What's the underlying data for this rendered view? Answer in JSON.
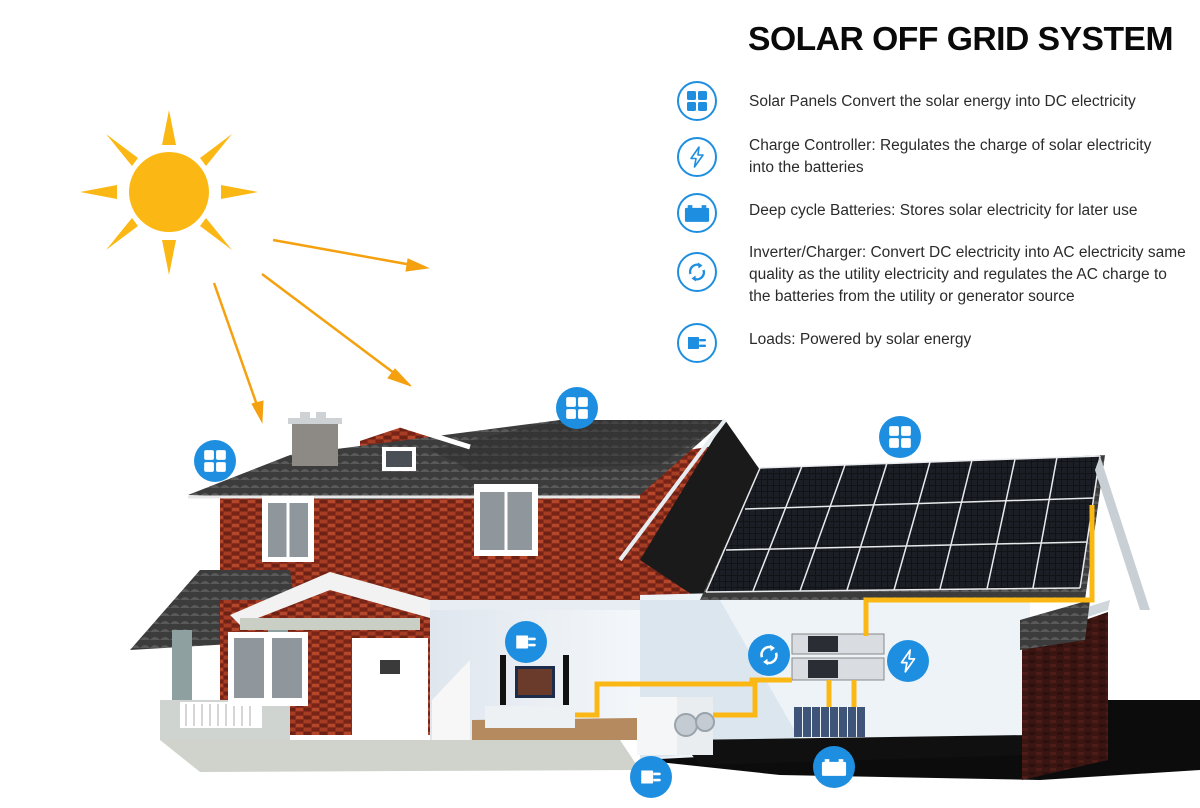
{
  "title": "SOLAR OFF GRID SYSTEM",
  "colors": {
    "accent_blue": "#1e8fe0",
    "sun_yellow": "#fbb814",
    "ray_orange": "#f5a10f",
    "wire_yellow": "#fbb814",
    "title_black": "#0a0a0a",
    "text_gray": "#2b2b2b"
  },
  "legend": [
    {
      "icon": "solar-panel-icon",
      "text": "Solar Panels Convert the solar energy into DC electricity"
    },
    {
      "icon": "lightning-bolt-icon",
      "text": "Charge Controller: Regulates the charge of solar electricity into the batteries"
    },
    {
      "icon": "battery-icon",
      "text": "Deep cycle Batteries: Stores solar electricity for later use"
    },
    {
      "icon": "cycle-arrows-icon",
      "text": "Inverter/Charger: Convert DC electricity into AC electricity same quality as the utility electricity and regulates the AC charge to the batteries from the utility or generator source"
    },
    {
      "icon": "plug-icon",
      "text": "Loads: Powered by solar energy"
    }
  ],
  "illustration": {
    "sun": {
      "rays": 8,
      "arrows_to_house": 3
    },
    "badges": [
      {
        "icon": "solar-panel-icon",
        "label": "Solar panels (left roof)"
      },
      {
        "icon": "solar-panel-icon",
        "label": "Solar panels (main roof)"
      },
      {
        "icon": "solar-panel-icon",
        "label": "Solar panels (garage roof)"
      },
      {
        "icon": "plug-icon",
        "label": "Loads (TV)"
      },
      {
        "icon": "plug-icon",
        "label": "Loads (washer/dryer)"
      },
      {
        "icon": "cycle-arrows-icon",
        "label": "Inverter/Charger"
      },
      {
        "icon": "lightning-bolt-icon",
        "label": "Charge Controller"
      },
      {
        "icon": "battery-icon",
        "label": "Batteries"
      }
    ],
    "solar_array": {
      "rows": 3,
      "columns": 8
    }
  }
}
